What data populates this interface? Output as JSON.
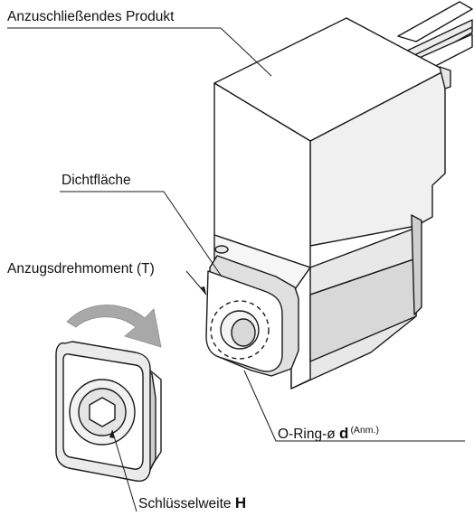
{
  "labels": {
    "product": "Anzuschließendes Produkt",
    "sealing_surface": "Dichtfläche",
    "torque": "Anzugsdrehmoment (T)",
    "oring_prefix": "O-Ring-ø ",
    "oring_symbol": "d",
    "oring_note": "(Anm.)",
    "wrench_prefix": "Schlüsselweite ",
    "wrench_symbol": "H"
  },
  "colors": {
    "outline": "#1a1a1a",
    "fill": "#ffffff",
    "shade_light": "#e6e6e6",
    "shade_mid": "#cfcfcf",
    "arrow_gray": "#a8a8a8"
  },
  "icons": {
    "rotation": "curved-rotation-arrow-icon",
    "hex_socket": "hex-socket-icon"
  }
}
